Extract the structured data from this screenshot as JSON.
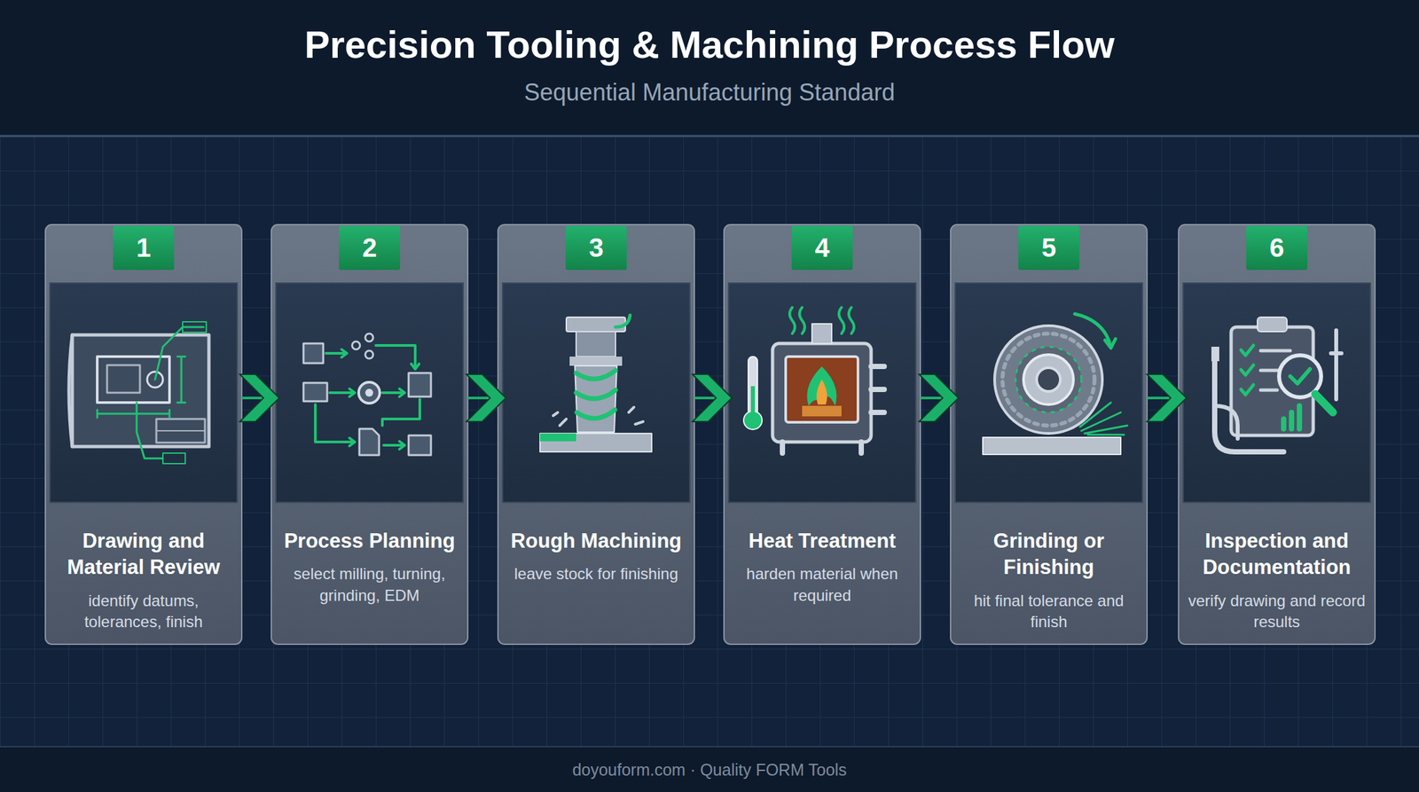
{
  "diagram": {
    "title": "Precision Tooling & Machining Process Flow",
    "nodes": [
      {
        "text": [
          "1",
          "Drawing and Material Review",
          "identify datums, tolerances, finish"
        ]
      },
      {
        "text": [
          "2",
          "Process Planning",
          "select milling, turning, grinding, EDM"
        ]
      },
      {
        "text": [
          "3",
          "Rough Machining",
          "leave stock for finishing"
        ]
      },
      {
        "text": [
          "4",
          "Heat Treatment",
          "harden material when required"
        ]
      },
      {
        "text": [
          "5",
          "Grinding or Finishing",
          "hit final tolerance and finish"
        ]
      },
      {
        "text": [
          "6",
          "Inspection and Documentation",
          "verify drawing and record results"
        ]
      }
    ],
    "edges": [
      {
        "from": 0,
        "to": 1,
        "arrow": "to"
      },
      {
        "from": 1,
        "to": 2,
        "arrow": "to"
      },
      {
        "from": 2,
        "to": 3,
        "arrow": "to"
      },
      {
        "from": 3,
        "to": 4,
        "arrow": "to"
      },
      {
        "from": 4,
        "to": 5,
        "arrow": "to"
      }
    ],
    "labels": [
      "Sequential Manufacturing Standard",
      "doyouform.com · Quality FORM Tools"
    ]
  }
}
